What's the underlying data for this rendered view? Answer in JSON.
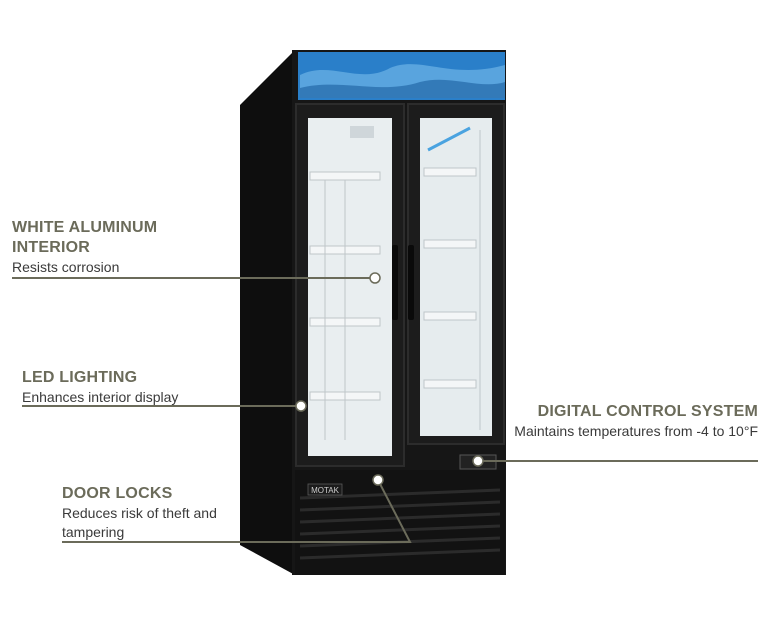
{
  "product": {
    "brand_plate": "MOTAK",
    "description": "Two-door glass merchandiser refrigerator"
  },
  "callouts": [
    {
      "title": "WHITE ALUMINUM INTERIOR",
      "desc": "Resists corrosion"
    },
    {
      "title": "LED LIGHTING",
      "desc": "Enhances interior display"
    },
    {
      "title": "DOOR LOCKS",
      "desc": "Reduces risk of theft and tampering"
    },
    {
      "title": "DIGITAL CONTROL SYSTEM",
      "desc": "Maintains temperatures from -4 to 10°F"
    }
  ],
  "colors": {
    "callout_title": "#6b6b5a",
    "leader_line": "#6b6b5a",
    "cabinet": "#161616",
    "header_sign": "#2a7fc9"
  }
}
